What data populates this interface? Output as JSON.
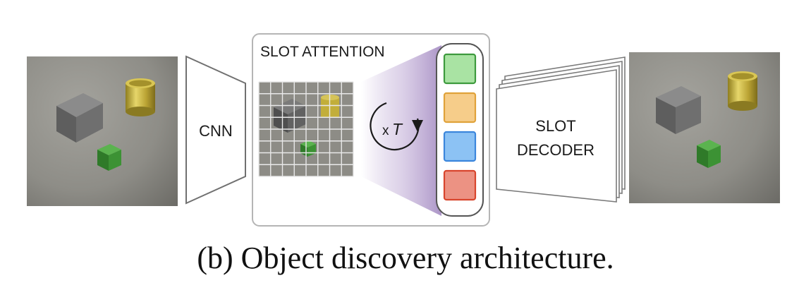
{
  "cnn_label": "CNN",
  "slot_attention_label": "SLOT ATTENTION",
  "iteration_label": {
    "prefix": "x",
    "variable": "T"
  },
  "slot_decoder_label": [
    "SLOT",
    "DECODER"
  ],
  "caption": "(b) Object discovery architecture.",
  "slots": [
    {
      "fill": "#a9e3a3",
      "stroke": "#3d9a3d"
    },
    {
      "fill": "#f6cd8a",
      "stroke": "#e0a23a"
    },
    {
      "fill": "#8cc2f4",
      "stroke": "#3b86dc"
    },
    {
      "fill": "#ec9283",
      "stroke": "#d8452d"
    }
  ],
  "colors": {
    "scene_background": "#8f8e88",
    "cube_gray": "#6a6a6a",
    "cylinder_gold": "#c8b43c",
    "cube_green": "#3f9a38",
    "attention_gradient": "#b49ccd"
  }
}
